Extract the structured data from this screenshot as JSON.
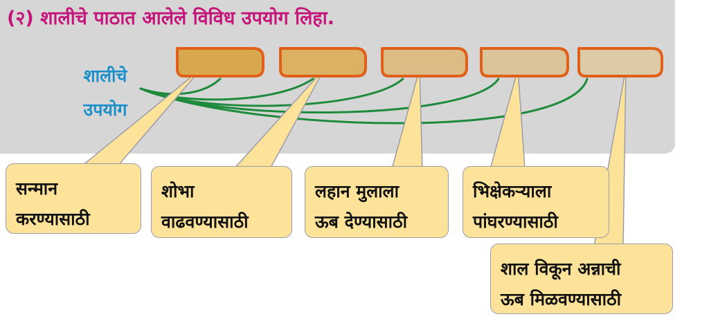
{
  "question": {
    "text": "(२)  शालीचे  पाठात आलेले विविध उपयोग लिहा."
  },
  "center": {
    "line1": "शालीचे",
    "line2": "उपयोग"
  },
  "slots": [
    {
      "fill": "#d8a84e"
    },
    {
      "fill": "#dcb163"
    },
    {
      "fill": "#dcbc84"
    },
    {
      "fill": "#dcc49a"
    },
    {
      "fill": "#ddcaa6"
    }
  ],
  "answers": [
    {
      "line1": "सन्मान",
      "line2": "करण्यासाठी"
    },
    {
      "line1": "शोभा",
      "line2": "वाढवण्यासाठी"
    },
    {
      "line1": "लहान मुलाला",
      "line2": "ऊब देण्यासाठी"
    },
    {
      "line1": "भिक्षेकऱ्याला",
      "line2": "पांघरण्यासाठी"
    },
    {
      "line1": "शाल विकून अन्नाची",
      "line2": "ऊब मिळवण्यासाठी"
    }
  ],
  "colors": {
    "background_panel": "#d6d6d6",
    "title": "#c4157a",
    "center_label": "#1a8fc9",
    "slot_border": "#e0601a",
    "connector": "#1e8a3c",
    "callout_fill": "#fde39a",
    "callout_border": "#9c9ca8"
  }
}
